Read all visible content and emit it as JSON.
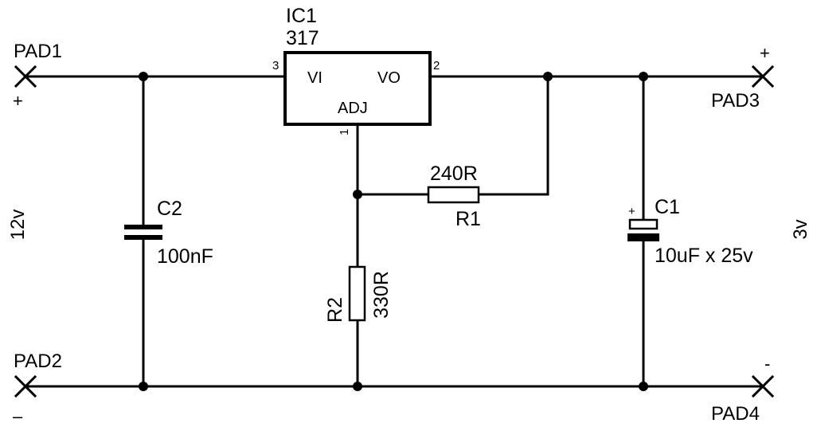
{
  "pads": {
    "pad1": {
      "name": "PAD1",
      "polarity": "+"
    },
    "pad2": {
      "name": "PAD2",
      "polarity": "–"
    },
    "pad3": {
      "name": "PAD3",
      "polarity": "+"
    },
    "pad4": {
      "name": "PAD4",
      "polarity": "-"
    }
  },
  "input_voltage": "12v",
  "output_voltage": "3v",
  "ic1": {
    "ref": "IC1",
    "value": "317",
    "pins": {
      "vi": {
        "name": "VI",
        "number": "3"
      },
      "vo": {
        "name": "VO",
        "number": "2"
      },
      "adj": {
        "name": "ADJ",
        "number": "1"
      }
    }
  },
  "c2": {
    "ref": "C2",
    "value": "100nF"
  },
  "c1": {
    "ref": "C1",
    "value": "10uF x 25v",
    "polarity": "+"
  },
  "r1": {
    "ref": "R1",
    "value": "240R"
  },
  "r2": {
    "ref": "R2",
    "value": "330R"
  }
}
